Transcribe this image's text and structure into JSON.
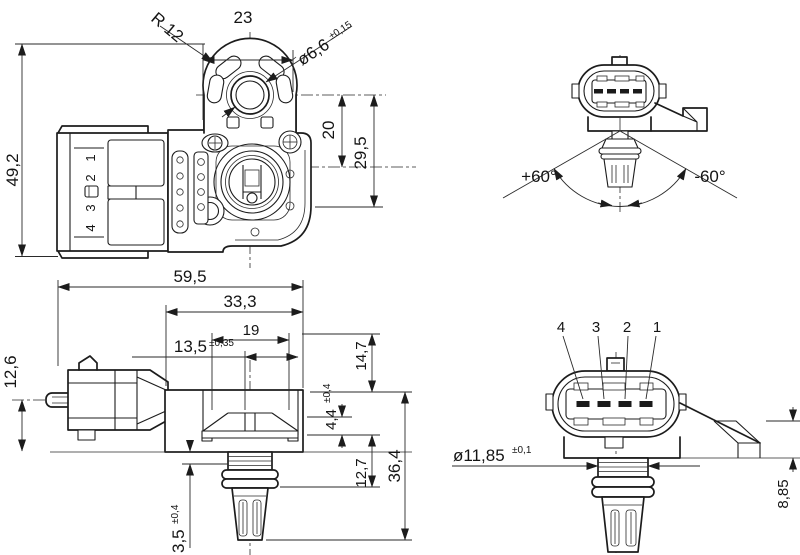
{
  "colors": {
    "line": "#1c1c1c",
    "background": "#ffffff",
    "pin_fill": "#1a1a1a"
  },
  "views": {
    "plan": {
      "dim_width": "23",
      "dim_radius": "R 12",
      "dim_hole": "ø6,6",
      "dim_hole_tol": "±0,15",
      "dim_height": "49,2",
      "dim_hole_to_center": "20",
      "dim_hole_to_lower": "29,5",
      "pin_labels": [
        "1",
        "2",
        "3",
        "4"
      ]
    },
    "rotation": {
      "plus": "+60°",
      "minus": "-60°"
    },
    "side": {
      "dim_total_width": "59,5",
      "dim_body_width": "33,3",
      "dim_port_width": "19",
      "dim_port_offset": "13,5",
      "dim_port_offset_tol": "±0,35",
      "dim_connector_height": "12,6",
      "dim_top_height": "14,7",
      "dim_flange_thickness": "4,4",
      "dim_flange_thickness_tol": "±0,4",
      "dim_total_height": "36,4",
      "dim_lower_height": "12,7",
      "dim_neck_height": "3,5",
      "dim_neck_height_tol": "±0,4"
    },
    "front": {
      "pin_labels": [
        "4",
        "3",
        "2",
        "1"
      ],
      "dim_diameter": "ø11,85",
      "dim_diameter_tol": "±0,1",
      "dim_bracket_height": "8,85"
    }
  }
}
